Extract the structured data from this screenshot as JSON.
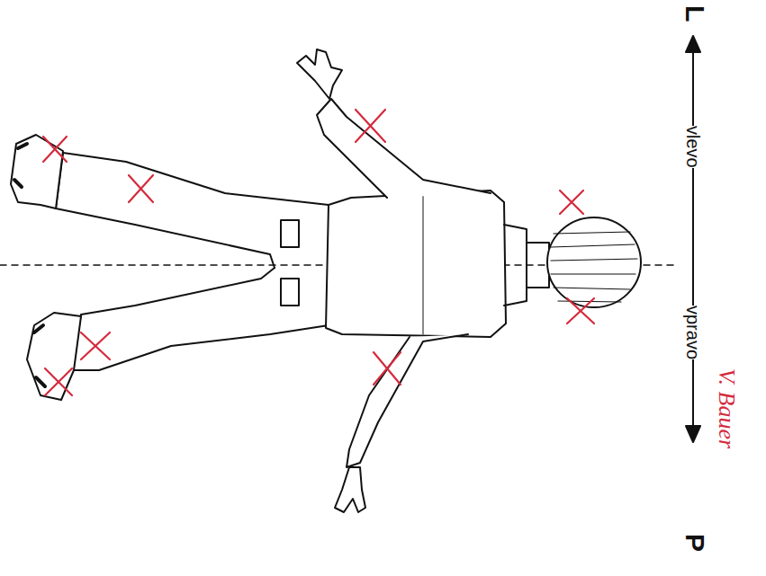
{
  "diagram": {
    "labels": [
      "L",
      "vlevo",
      "vpravo",
      "P",
      "V. Bauer"
    ]
  }
}
